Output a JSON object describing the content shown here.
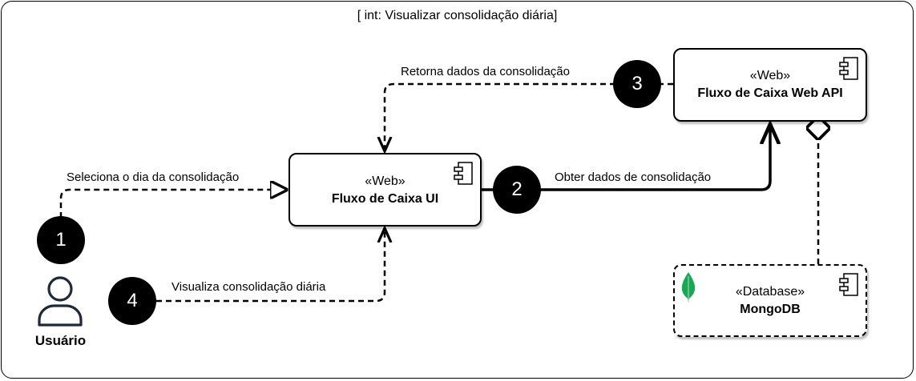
{
  "frame": {
    "title": "[ int: Visualizar consolidação diária]"
  },
  "nodes": {
    "ui": {
      "stereotype": "«Web»",
      "name": "Fluxo de Caixa UI",
      "icon": "component-icon"
    },
    "api": {
      "stereotype": "«Web»",
      "name": "Fluxo de Caixa Web API",
      "icon": "component-icon"
    },
    "db": {
      "stereotype": "«Database»",
      "name": "MongoDB",
      "icon": "component-icon",
      "logo": "mongodb-leaf-icon"
    }
  },
  "actor": {
    "name": "Usuário",
    "icon": "person-icon"
  },
  "steps": [
    {
      "number": "1",
      "label": "Seleciona o dia da consolidação"
    },
    {
      "number": "2",
      "label": "Obter dados de consolidação"
    },
    {
      "number": "3",
      "label": "Retorna dados da consolidação"
    },
    {
      "number": "4",
      "label": "Visualiza consolidação diária"
    }
  ],
  "colors": {
    "stroke": "#000000",
    "badge": "#000000",
    "actor": "#1f2937",
    "mongo_leaf": "#13aa52"
  }
}
